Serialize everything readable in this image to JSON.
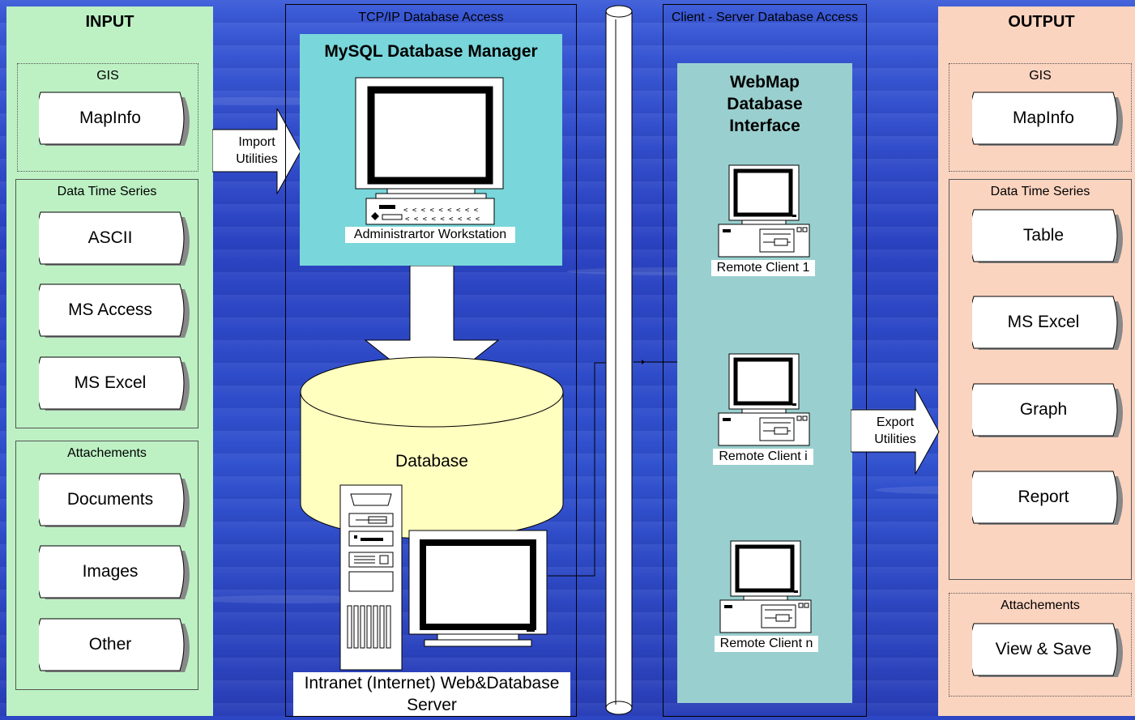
{
  "input": {
    "title": "INPUT",
    "gis": {
      "label": "GIS",
      "items": [
        "MapInfo"
      ]
    },
    "time_series": {
      "label": "Data Time Series",
      "items": [
        "ASCII",
        "MS Access",
        "MS Excel"
      ]
    },
    "attachments": {
      "label": "Attachements",
      "items": [
        "Documents",
        "Images",
        "Other"
      ]
    }
  },
  "import_arrow": {
    "line1": "Import",
    "line2": "Utilities"
  },
  "tcp_frame": {
    "label": "TCP/IP Database Access"
  },
  "db_manager": {
    "title": "MySQL Database Manager",
    "workstation_caption": "Administrartor Workstation"
  },
  "database": {
    "label": "Database"
  },
  "server": {
    "caption": "Intranet (Internet) Web&Database Server"
  },
  "client_frame": {
    "label": "Client - Server Database Access"
  },
  "webmap": {
    "title_line1": "WebMap",
    "title_line2": "Database",
    "title_line3": "Interface",
    "clients": [
      "Remote Client 1",
      "Remote Client i",
      "Remote Client n"
    ]
  },
  "export_arrow": {
    "line1": "Export",
    "line2": "Utilities"
  },
  "output": {
    "title": "OUTPUT",
    "gis": {
      "label": "GIS",
      "items": [
        "MapInfo"
      ]
    },
    "time_series": {
      "label": "Data Time Series",
      "items": [
        "Table",
        "MS Excel",
        "Graph",
        "Report"
      ]
    },
    "attachments": {
      "label": "Attachements",
      "items": [
        "View & Save"
      ]
    }
  },
  "colors": {
    "background": "#2c46c4",
    "input_panel": "#bdf1c4",
    "output_panel": "#fbd4c0",
    "db_manager": "#79d6da",
    "webmap": "#9acfcf",
    "database": "#ffffc0"
  }
}
